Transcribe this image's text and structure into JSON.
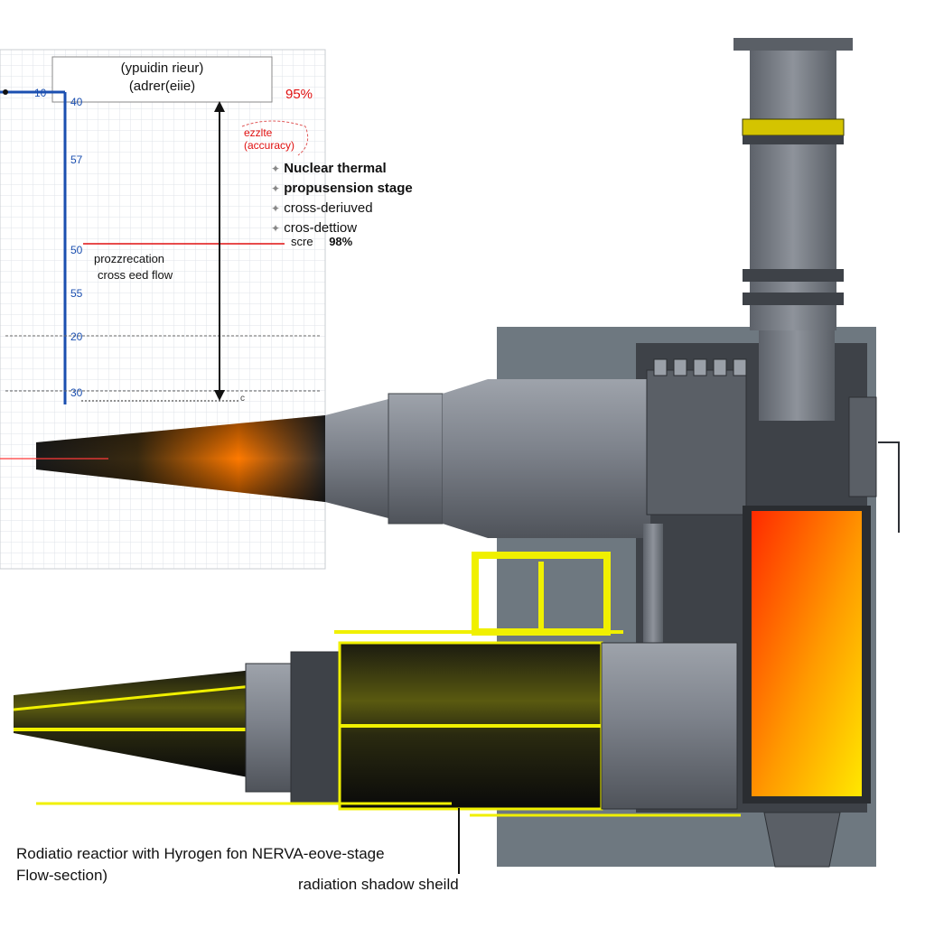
{
  "chart": {
    "title_lines": [
      "(ypuidin rieur)",
      "(adrer(eiie)"
    ],
    "axis_ticks": [
      "10",
      "40",
      "57",
      "50",
      "55",
      "20",
      "30"
    ],
    "percent_top": "95%",
    "accuracy_lines": [
      "ezzlte",
      "(accuracy)"
    ],
    "region_label_lines": [
      "prozzrecation",
      "cross eed flow"
    ],
    "arrow_end_mark": "c"
  },
  "legend": {
    "items": [
      {
        "label": "Nuclear thermal",
        "bold": true
      },
      {
        "label": "propusension stage",
        "bold": true
      },
      {
        "label": "cross-deriuved",
        "bold": false
      },
      {
        "label": "cros-dettiow",
        "bold": false
      }
    ],
    "score_label": "scre",
    "score_value": "98%"
  },
  "captions": {
    "main_line1": "Rodiatio reactior with Hyrogen fon NERVA-eove-stage",
    "main_line2": "Flow-section)",
    "shield": "radiation shadow sheild"
  },
  "colors": {
    "steel": "#7b8089",
    "steel_dark": "#4a4f57",
    "yellow": "#f0f000",
    "hot_red": "#ff2a00",
    "hot_yellow": "#ffe000",
    "axis_blue": "#1b4fb0",
    "accent_red": "#e01010"
  }
}
